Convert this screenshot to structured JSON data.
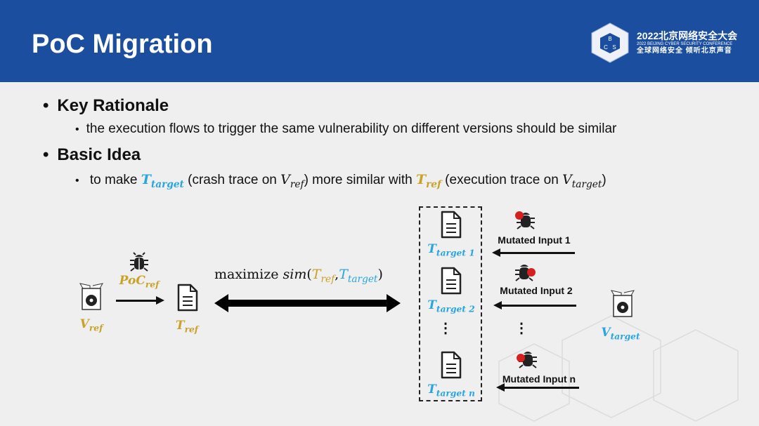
{
  "slide": {
    "title": "PoC Migration"
  },
  "logo": {
    "line1": "2022北京网络安全大会",
    "line2": "2022 BEIJING CYBER SECURITY CONFERENCE",
    "line3": "全球网络安全  倾听北京声音",
    "emblem": "BCS"
  },
  "bullets": [
    {
      "heading": "Key Rationale",
      "sub": "the execution flows to trigger the same vulnerability on different versions should be similar"
    },
    {
      "heading": "Basic Idea",
      "sub": {
        "p1": "to make ",
        "t_target": "T",
        "t_target_sub": "target",
        "p2": " (crash trace on ",
        "v_ref": "V",
        "v_ref_sub": "ref",
        "p3": ") more similar with ",
        "t_ref": "T",
        "t_ref_sub": "ref",
        "p4": " (execution trace on ",
        "v_target": "V",
        "v_target_sub": "target",
        "p5": ")"
      }
    }
  ],
  "diagram": {
    "v_ref": {
      "main": "V",
      "sub": "ref"
    },
    "poc_ref": {
      "main": "PoC",
      "sub": "ref"
    },
    "t_ref": {
      "main": "T",
      "sub": "ref"
    },
    "maximize": {
      "prefix": "maximize ",
      "fn": "sim",
      "open": "(",
      "a": "T",
      "a_sub": "ref",
      "comma": ",",
      "b": "T",
      "b_sub": "target",
      "close": ")"
    },
    "targets": [
      {
        "main": "T",
        "sub": "target 1"
      },
      {
        "main": "T",
        "sub": "target 2"
      },
      {
        "main": "T",
        "sub": "target n"
      }
    ],
    "ellipsis": "⋮",
    "mutated": [
      "Mutated Input 1",
      "Mutated Input 2",
      "Mutated Input n"
    ],
    "v_target": {
      "main": "V",
      "sub": "target"
    },
    "colors": {
      "gold": "#c9a227",
      "cyan": "#29a6df",
      "header": "#1b4e9f"
    }
  }
}
